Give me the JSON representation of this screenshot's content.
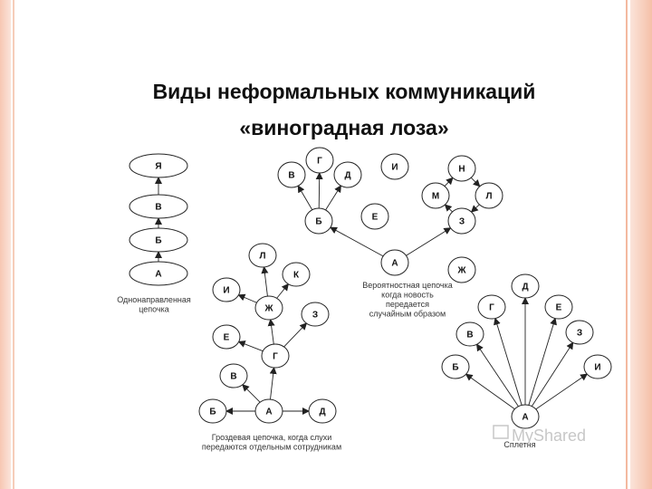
{
  "title_line1": "Виды неформальных коммуникаций",
  "title_line2": "«виноградная лоза»",
  "chain": {
    "nodes": [
      "Я",
      "В",
      "Б",
      "А"
    ],
    "caption": [
      "Однонаправленная",
      "цепочка"
    ]
  },
  "probability": {
    "nodes": [
      "В",
      "Г",
      "Д",
      "Б",
      "И",
      "Е",
      "Н",
      "М",
      "Л",
      "З",
      "А",
      "Ж"
    ],
    "caption": [
      "Вероятностная цепочка",
      "когда новость",
      "передается",
      "случайным образом"
    ]
  },
  "cluster": {
    "nodes": [
      "Л",
      "И",
      "К",
      "Ж",
      "З",
      "Е",
      "Г",
      "В",
      "Б",
      "А",
      "Д"
    ],
    "caption": [
      "Гроздевая цепочка, когда слухи",
      "передаются отдельным сотрудникам"
    ]
  },
  "gossip": {
    "nodes": [
      "Д",
      "Г",
      "Е",
      "В",
      "З",
      "Б",
      "И",
      "А"
    ],
    "caption": "Сплетня"
  },
  "watermark": "MyShared"
}
